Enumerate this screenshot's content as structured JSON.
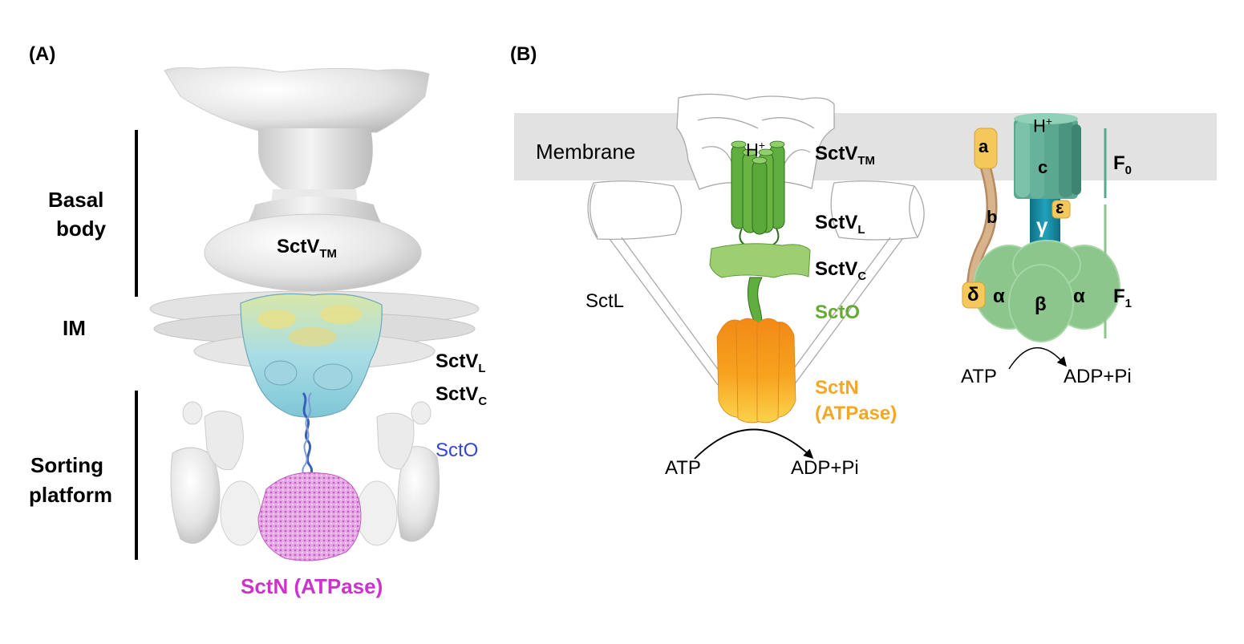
{
  "panel_a": {
    "tag": "(A)",
    "basal_body": [
      "Basal",
      "body"
    ],
    "im": "IM",
    "sorting_platform": [
      "Sorting",
      "platform"
    ],
    "sctv_tm": {
      "main": "SctV",
      "sub": "TM"
    },
    "sctv_l": {
      "main": "SctV",
      "sub": "L"
    },
    "sctv_c": {
      "main": "SctV",
      "sub": "C"
    },
    "scto": "SctO",
    "sctn": "SctN (ATPase)"
  },
  "panel_b": {
    "tag": "(B)",
    "membrane": "Membrane",
    "h_plus": {
      "main": "H",
      "sup": "+"
    },
    "sctv_tm": {
      "main": "SctV",
      "sub": "TM"
    },
    "sctv_l": {
      "main": "SctV",
      "sub": "L"
    },
    "sctv_c": {
      "main": "SctV",
      "sub": "C"
    },
    "sctl": "SctL",
    "scto": "SctO",
    "sctn": [
      "SctN",
      "(ATPase)"
    ],
    "atp": "ATP",
    "adp": "ADP+Pi",
    "f0": {
      "main": "F",
      "sub": "0"
    },
    "f1": {
      "main": "F",
      "sub": "1"
    },
    "sub_a": "a",
    "sub_b": "b",
    "sub_c": "c",
    "gamma": "γ",
    "epsilon": "ε",
    "delta": "δ",
    "alpha_left": "α",
    "beta": "β",
    "alpha_right": "α",
    "h_plus_2": {
      "main": "H",
      "sup": "+"
    },
    "atp_2": "ATP",
    "adp_2": "ADP+Pi"
  },
  "colors": {
    "sctn_label": "#cc33cc",
    "scto_a": "#3344dd",
    "scto_b": "#66aa33",
    "sctn_b": "#f5a623",
    "green_helix": "#6ab443",
    "c_ring": "#5aa890",
    "gamma_stalk": "#1a8aa0",
    "f1_head": "#8cc68c",
    "stator": "#d7b48c",
    "small_subunit": "#f4c85a",
    "membrane_band": "#e2e2e2"
  }
}
